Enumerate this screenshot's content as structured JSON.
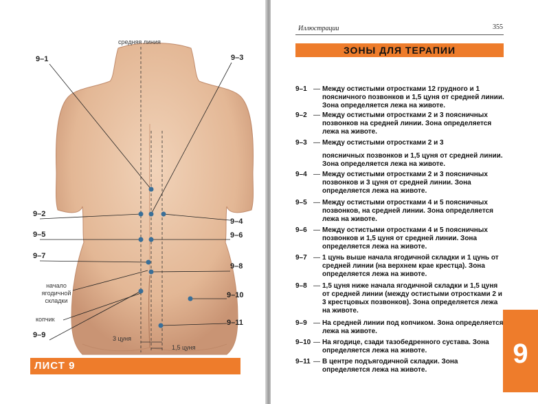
{
  "left_page": {
    "midline_label": "средняя линия",
    "labels_left": [
      {
        "id": "9-1",
        "text": "9–1"
      },
      {
        "id": "9-2",
        "text": "9–2"
      },
      {
        "id": "9-5",
        "text": "9–5"
      },
      {
        "id": "9-7",
        "text": "9–7"
      },
      {
        "id": "9-9",
        "text": "9–9"
      }
    ],
    "labels_right": [
      {
        "id": "9-3",
        "text": "9–3"
      },
      {
        "id": "9-4",
        "text": "9–4"
      },
      {
        "id": "9-6",
        "text": "9–6"
      },
      {
        "id": "9-8",
        "text": "9–8"
      },
      {
        "id": "9-10",
        "text": "9–10"
      },
      {
        "id": "9-11",
        "text": "9–11"
      }
    ],
    "anatomy": {
      "gluteal_fold_start": "начало\nягодичной\nскладки",
      "coccyx": "копчик"
    },
    "measure_3_cun": "3 цуня",
    "measure_1_5_cun": "1,5 цуня",
    "sheet_label": "ЛИСТ 9"
  },
  "right_page": {
    "running_head": "Иллюстрации",
    "page_number": "355",
    "section_title": "ЗОНЫ ДЛЯ ТЕРАПИИ",
    "dash": "—",
    "entries": [
      {
        "code": "9–1",
        "text": "Между остистыми отростками 12 грудного и 1 поясничного позвонков и 1,5 цуня от средней линии. Зона определяется лежа на животе."
      },
      {
        "code": "9–2",
        "text": "Между остистыми отростками 2 и 3 поясничных позвонков на средней линии. Зона определяется лежа на животе."
      },
      {
        "code": "9–3",
        "text": "Между остистыми отростками 2 и 3"
      },
      {
        "code": "",
        "text": "поясничных позвонков и 1,5 цуня от средней линии. Зона определяется лежа на животе."
      },
      {
        "code": "9–4",
        "text": "Между остистыми отростками 2 и 3 поясничных позвонков и 3 цуня от средней линии. Зона определяется лежа на животе."
      },
      {
        "code": "9–5",
        "text": "Между остистыми отростками 4 и 5 поясничных позвонков, на средней линии. Зона определяется лежа на животе."
      },
      {
        "code": "9–6",
        "text": "Между остистыми отростками 4 и 5 поясничных позвонков и 1,5 цуня от средней линии. Зона определяется лежа на животе."
      },
      {
        "code": "9–7",
        "text": "1 цунь выше начала ягодичной складки и 1 цунь от средней линии (на верхнем крае крестца). Зона определяется лежа на животе."
      },
      {
        "code": "9–8",
        "text": "1,5 цуня ниже начала ягодичной складки и 1,5 цуня от средней линии (между остистыми отростками 2 и 3 крестцовых позвонков). Зона определяется лежа на животе."
      },
      {
        "code": "9–9",
        "text": "На средней линии под копчиком. Зона определяется лежа на животе."
      },
      {
        "code": "9–10",
        "text": "На ягодице, сзади тазобедренного сустава. Зона определяется лежа на животе."
      },
      {
        "code": "9–11",
        "text": "В центре подъягодичной складки. Зона определяется лежа на животе."
      }
    ],
    "tab_number": "9"
  },
  "colors": {
    "accent": "#ee7c2b",
    "skin": "#e6bfa0",
    "point": "#3a6f98"
  }
}
